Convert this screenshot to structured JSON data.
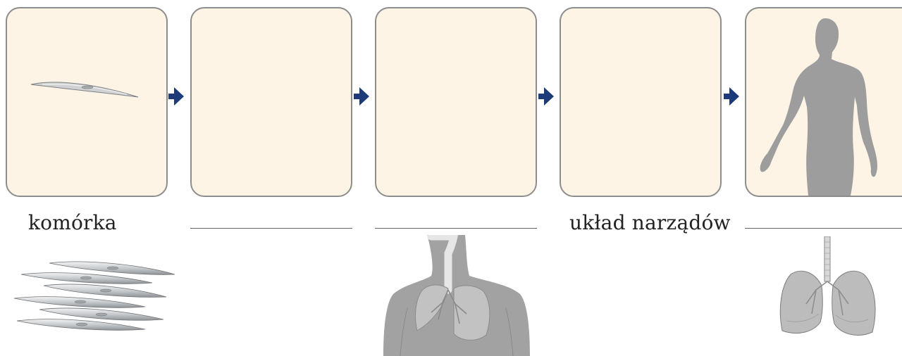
{
  "stages": [
    {
      "id": "cell",
      "label": "komórka",
      "box_image": "single-smooth-muscle-cell-icon"
    },
    {
      "id": "tissue",
      "label": "",
      "box_image": null
    },
    {
      "id": "organ",
      "label": "",
      "box_image": null
    },
    {
      "id": "organ-system",
      "label": "układ narządów",
      "box_image": null
    },
    {
      "id": "organism",
      "label": "",
      "box_image": "human-silhouette-icon"
    }
  ],
  "below_images": [
    "smooth-muscle-cells-stack-icon",
    "respiratory-system-torso-icon",
    "lungs-icon"
  ],
  "colors": {
    "box_fill": "#fdf4e6",
    "box_border": "#8d8d8d",
    "arrow": "#1d3b78",
    "silhouette": "#9d9d9d"
  }
}
